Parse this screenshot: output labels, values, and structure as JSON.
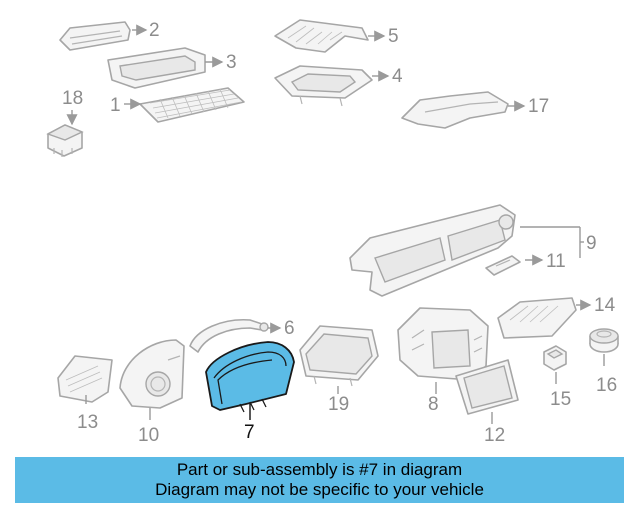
{
  "callouts": {
    "c1": "1",
    "c2": "2",
    "c3": "3",
    "c4": "4",
    "c5": "5",
    "c6": "6",
    "c7": "7",
    "c8": "8",
    "c9": "9",
    "c10": "10",
    "c11": "11",
    "c12": "12",
    "c13": "13",
    "c14": "14",
    "c15": "15",
    "c16": "16",
    "c17": "17",
    "c18": "18",
    "c19": "19"
  },
  "highlighted_part": "7",
  "colors": {
    "highlight": "#5bbbe6",
    "part_stroke": "#a6a6a6",
    "label": "#8c8c8c"
  },
  "banner": {
    "line1": "Part or sub-assembly is #7 in diagram",
    "line2": "Diagram may not be specific to your vehicle"
  }
}
